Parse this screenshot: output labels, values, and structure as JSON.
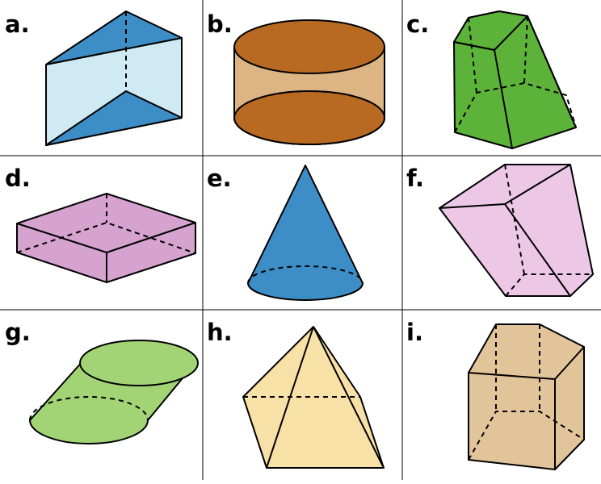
{
  "cells": [
    {
      "label": "a.",
      "shape": "triangular-prism",
      "colors": {
        "base": "#3d8dc7",
        "side": "#cfeaf2"
      }
    },
    {
      "label": "b.",
      "shape": "cylinder",
      "colors": {
        "base": "#b96a22",
        "side": "#ddb584"
      }
    },
    {
      "label": "c.",
      "shape": "pentagonal-frustum",
      "colors": {
        "face": "#5db33a"
      }
    },
    {
      "label": "d.",
      "shape": "rectangular-prism",
      "colors": {
        "face": "#d6a2cf"
      }
    },
    {
      "label": "e.",
      "shape": "cone",
      "colors": {
        "face": "#3d8dc7"
      }
    },
    {
      "label": "f.",
      "shape": "oblique-prism",
      "colors": {
        "face": "#ecc8e6"
      }
    },
    {
      "label": "g.",
      "shape": "oblique-cylinder",
      "colors": {
        "face": "#a2d475"
      }
    },
    {
      "label": "h.",
      "shape": "square-pyramid",
      "colors": {
        "face": "#f7e1a6"
      }
    },
    {
      "label": "i.",
      "shape": "pentagonal-prism",
      "colors": {
        "face": "#e2c49a"
      }
    }
  ]
}
